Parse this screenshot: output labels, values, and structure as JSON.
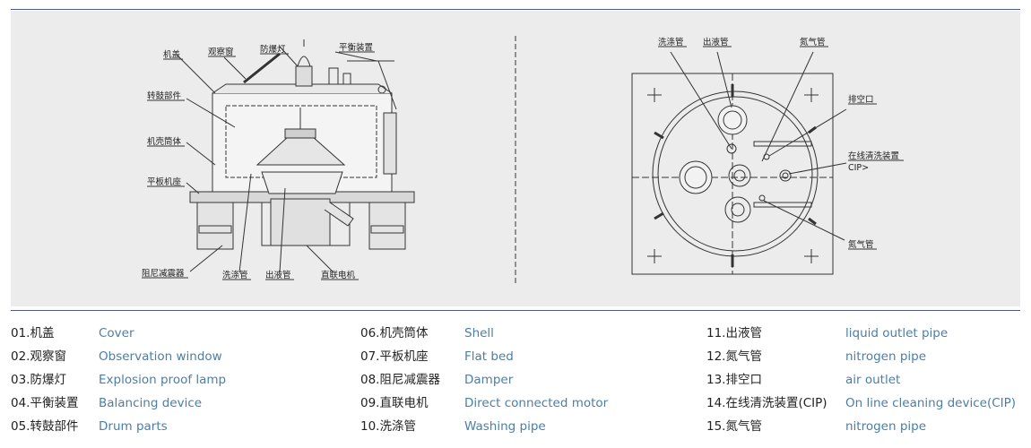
{
  "colors": {
    "rule": "#4a5a80",
    "panel": "#ececec",
    "legend_en": "#4a7fa8",
    "legend_cn": "#222222",
    "drawing": "#333333"
  },
  "diagram": {
    "left": {
      "label_cover": "机盖",
      "label_window": "观察窗",
      "label_lamp": "防爆灯",
      "label_balance": "平衡装置",
      "label_drum": "转鼓部件",
      "label_shell": "机壳筒体",
      "label_bed": "平板机座",
      "label_damper": "阻尼减震器",
      "label_wash": "洗涤管",
      "label_outlet": "出液管",
      "label_motor": "直联电机"
    },
    "right": {
      "label_wash": "洗涤管",
      "label_outlet": "出液管",
      "label_nitrogen_top": "氮气管",
      "label_air": "排空口",
      "label_cip": "在线清洗装置",
      "label_cip2": "CIP>",
      "label_nitrogen_bottom": "氮气管"
    }
  },
  "legend": [
    [
      {
        "cn": "01.机盖",
        "en": "Cover"
      },
      {
        "cn": "02.观察窗",
        "en": "Observation window"
      },
      {
        "cn": "03.防爆灯",
        "en": "Explosion proof lamp"
      },
      {
        "cn": "04.平衡装置",
        "en": "Balancing device"
      },
      {
        "cn": "05.转鼓部件",
        "en": "Drum parts"
      }
    ],
    [
      {
        "cn": "06.机壳筒体",
        "en": "Shell"
      },
      {
        "cn": "07.平板机座",
        "en": "Flat bed"
      },
      {
        "cn": "08.阻尼减震器",
        "en": "Damper"
      },
      {
        "cn": "09.直联电机",
        "en": "Direct connected motor"
      },
      {
        "cn": "10.洗涤管",
        "en": "Washing pipe"
      }
    ],
    [
      {
        "cn": "11.出液管",
        "en": "liquid outlet pipe"
      },
      {
        "cn": "12.氮气管",
        "en": "nitrogen pipe"
      },
      {
        "cn": "13.排空口",
        "en": "air outlet"
      },
      {
        "cn": "14.在线清洗装置(CIP)",
        "en": "On line cleaning device(CIP)"
      },
      {
        "cn": "15.氮气管",
        "en": "nitrogen pipe"
      }
    ]
  ]
}
